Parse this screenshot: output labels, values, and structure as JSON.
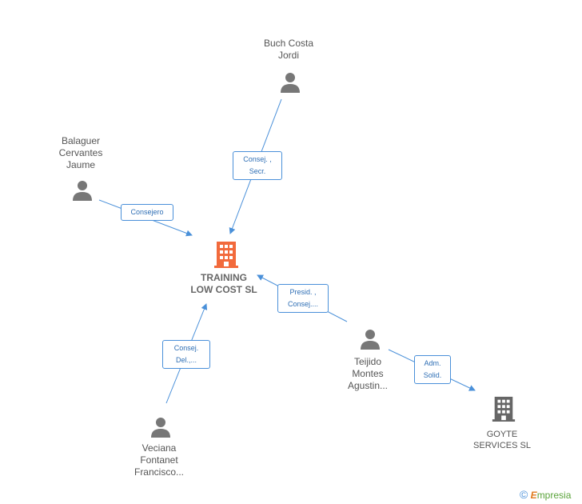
{
  "nodes": {
    "main": {
      "line1": "TRAINING",
      "line2": "LOW COST SL"
    },
    "buch": {
      "line1": "Buch Costa",
      "line2": "Jordi"
    },
    "balaguer": {
      "line1": "Balaguer",
      "line2": "Cervantes",
      "line3": "Jaume"
    },
    "teijido": {
      "line1": "Teijido",
      "line2": "Montes",
      "line3": "Agustin..."
    },
    "veciana": {
      "line1": "Veciana",
      "line2": "Fontanet",
      "line3": "Francisco..."
    },
    "goyte": {
      "line1": "GOYTE",
      "line2": "SERVICES SL"
    }
  },
  "relations": {
    "buch": {
      "line1": "Consej. ,",
      "line2": "Secr."
    },
    "balaguer": {
      "line1": "Consejero"
    },
    "teijido": {
      "line1": "Presid. ,",
      "line2": "Consej...."
    },
    "veciana": {
      "line1": "Consej.",
      "line2": "Del.,..."
    },
    "goyte": {
      "line1": "Adm.",
      "line2": "Solid."
    }
  },
  "footer": {
    "copyright": "©",
    "brand_initial": "E",
    "brand_rest": "mpresia"
  },
  "colors": {
    "main_company": "#f26a3c",
    "company": "#666666",
    "person": "#777777",
    "edge": "#4a90d9"
  }
}
